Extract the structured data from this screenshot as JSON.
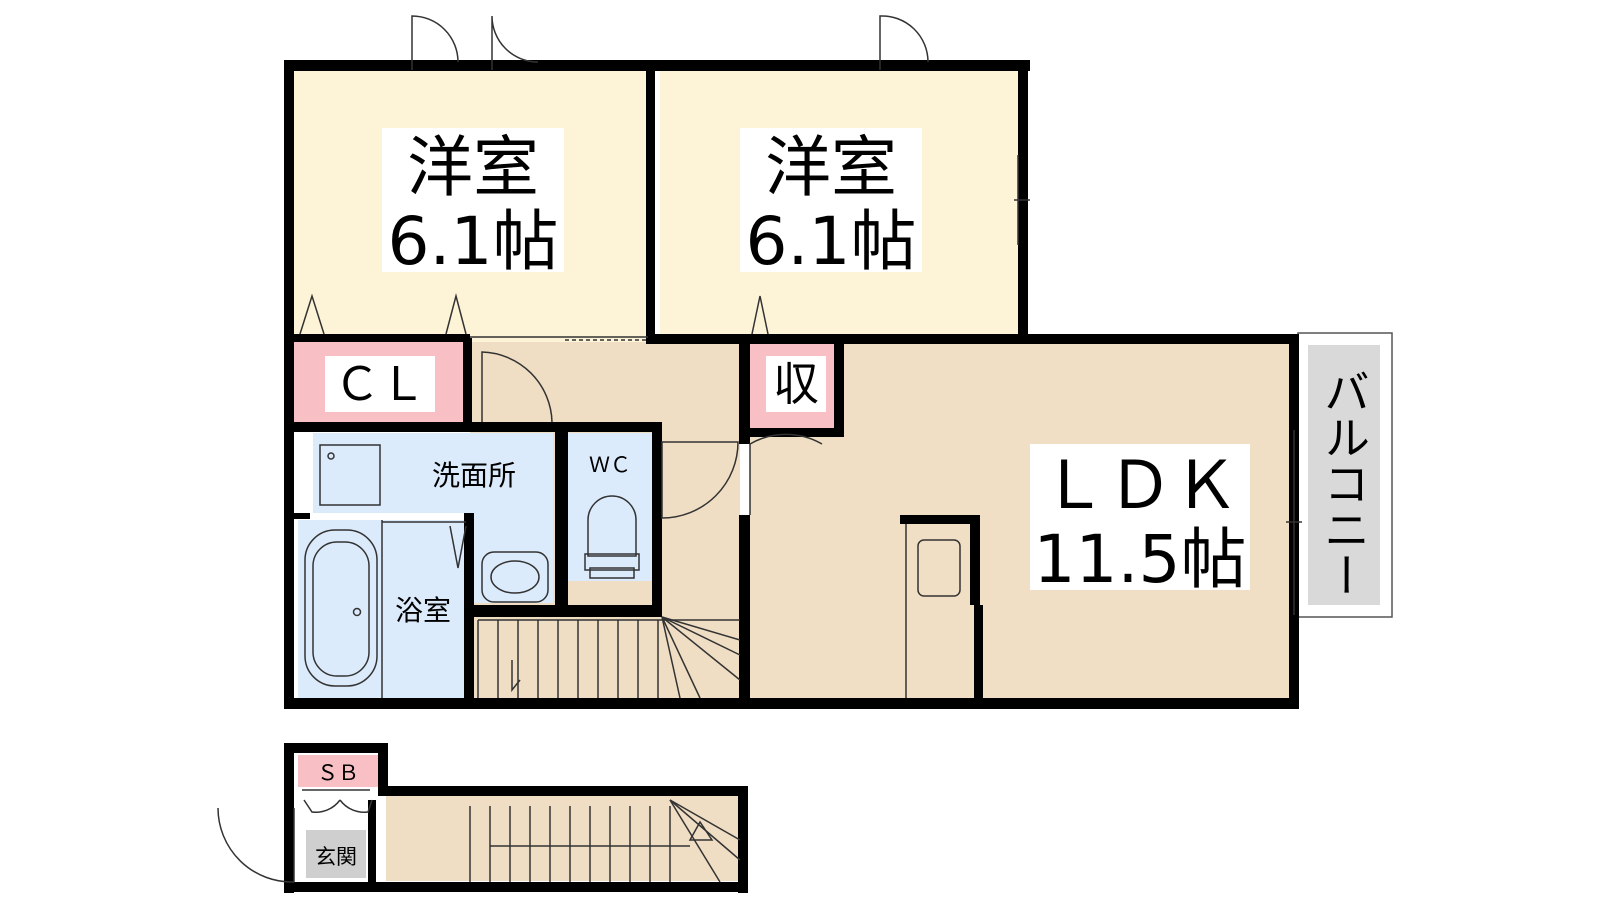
{
  "rooms": {
    "western_room_1": {
      "name": "洋室",
      "size": "6.1帖"
    },
    "western_room_2": {
      "name": "洋室",
      "size": "6.1帖"
    },
    "ldk": {
      "name": "ＬＤＫ",
      "size": "11.5帖"
    },
    "closet": "ＣＬ",
    "storage": "収",
    "washroom": "洗面所",
    "wc": "ＷＣ",
    "bath": "浴室",
    "balcony": "バルコニー",
    "shoe_box": "ＳＢ",
    "entrance": "玄関"
  },
  "colors": {
    "western_room": "#fdf3d6",
    "ldk": "#f0dfc5",
    "hall": "#efdec4",
    "wet_area": "#dcebfb",
    "storage": "#f8bfc5",
    "balcony": "#d9d9d9",
    "entrance": "#cfcfcf",
    "wall": "#000000"
  }
}
